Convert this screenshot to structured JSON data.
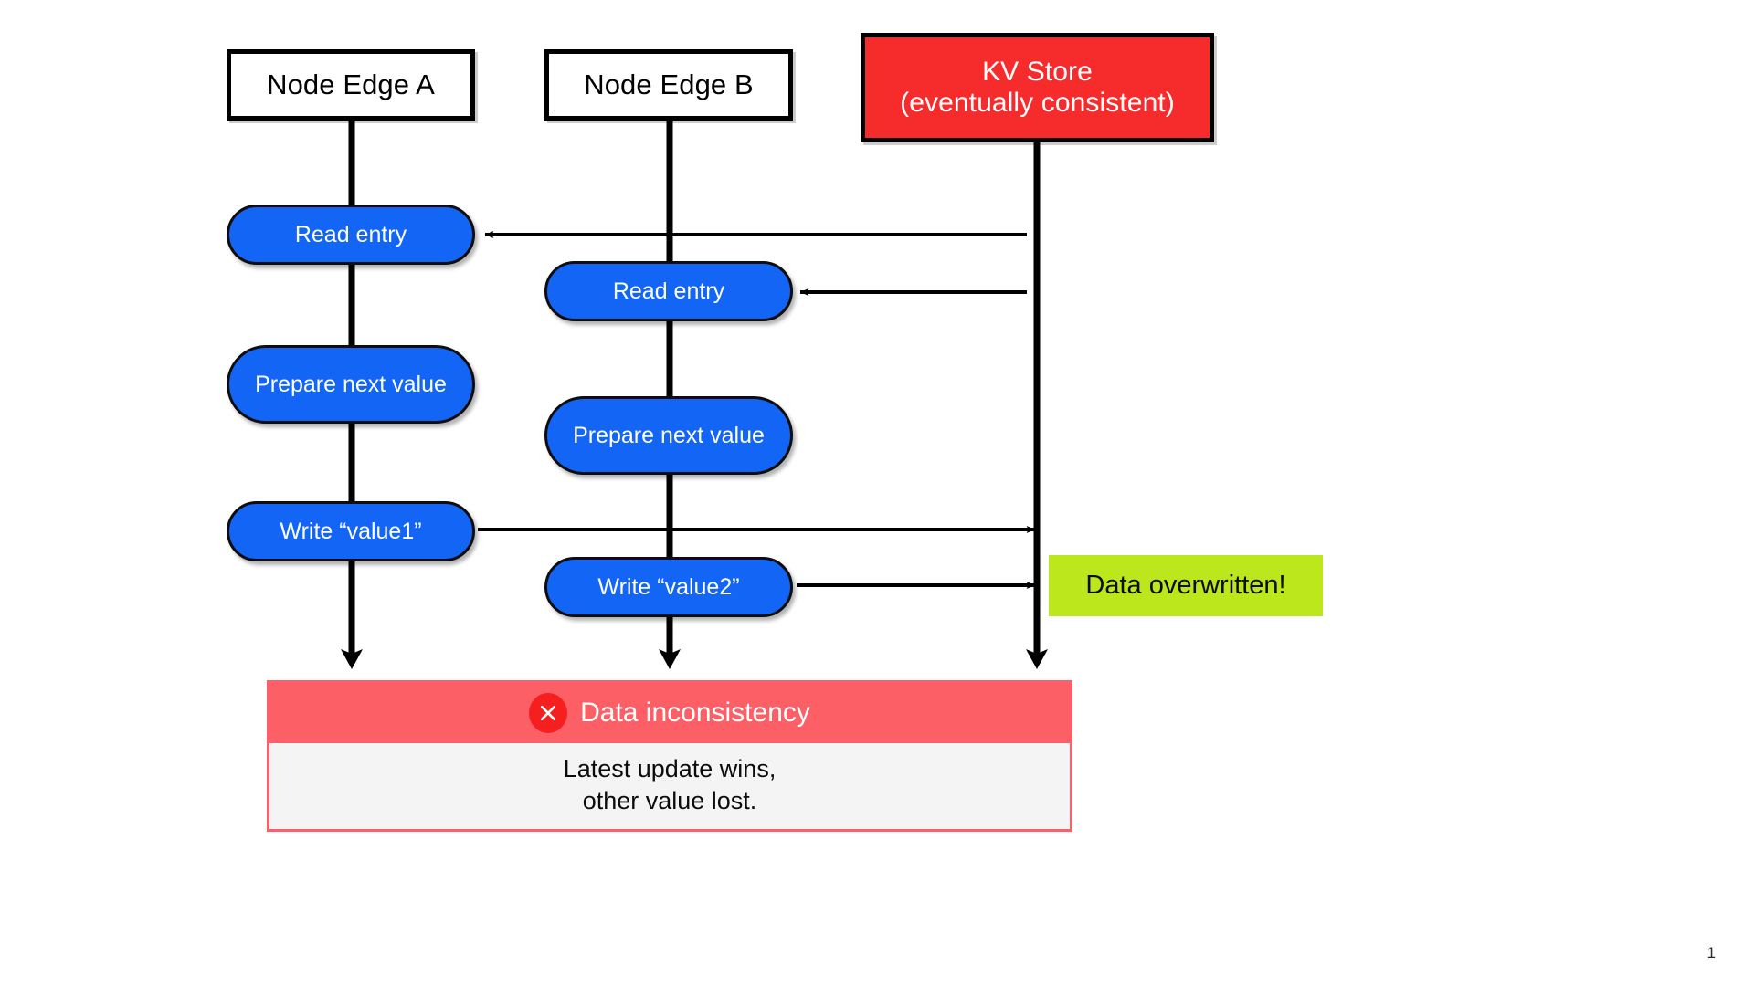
{
  "slide": {
    "page_number": "1",
    "background_color": "#ffffff"
  },
  "colors": {
    "lifeline": "#000000",
    "activation_fill": "#1265f5",
    "activation_stroke": "#0d0d0d",
    "kv_store_fill": "#f62c2c",
    "note_green_fill": "#bce71c",
    "alert_header_fill": "#fc5f65",
    "alert_body_fill": "#f4f4f4",
    "alert_border": "#f9606b",
    "alert_icon_fill": "#f61f1f"
  },
  "participants": [
    {
      "id": "node-edge-a",
      "label": "Node Edge A",
      "style": "plain"
    },
    {
      "id": "node-edge-b",
      "label": "Node Edge B",
      "style": "plain"
    },
    {
      "id": "kv-store",
      "label_line1": "KV Store",
      "label_line2": "(eventually consistent)",
      "style": "highlight"
    }
  ],
  "activations": {
    "a_read": "Read entry",
    "b_read": "Read entry",
    "a_prepare": "Prepare next value",
    "b_prepare": "Prepare next value",
    "a_write": "Write “value1”",
    "b_write": "Write “value2”"
  },
  "messages": [
    {
      "id": "kv-to-a-read",
      "direction": "left",
      "from": "kv-store",
      "to": "node-edge-a",
      "label": ""
    },
    {
      "id": "kv-to-b-read",
      "direction": "left",
      "from": "kv-store",
      "to": "node-edge-b",
      "label": ""
    },
    {
      "id": "a-write-to-kv",
      "direction": "right",
      "from": "node-edge-a",
      "to": "kv-store",
      "label": ""
    },
    {
      "id": "b-write-to-kv",
      "direction": "right",
      "from": "node-edge-b",
      "to": "kv-store",
      "label": ""
    }
  ],
  "note_green": {
    "text": "Data overwritten!"
  },
  "alert": {
    "icon": "x-circle-icon",
    "title": "Data inconsistency",
    "body_line1": "Latest update wins,",
    "body_line2": "other value lost."
  }
}
